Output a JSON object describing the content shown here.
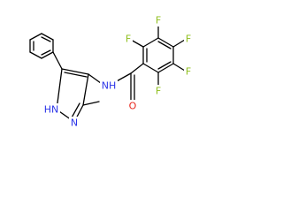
{
  "colors": {
    "bond": "#000000",
    "fluorine": "#8fbf1e",
    "nitrogen": "#2b34e8",
    "oxygen": "#e8261c",
    "carbon": "#000000",
    "background": "#ffffff"
  },
  "atoms": {
    "f_top_left": "F",
    "f_top_right": "F",
    "f_right_top": "F",
    "f_right_bottom": "F",
    "f_bottom_right": "F",
    "nh_amide": "NH",
    "oxygen": "O",
    "nh_pyrazole": "HN",
    "n_pyrazole": "N"
  }
}
